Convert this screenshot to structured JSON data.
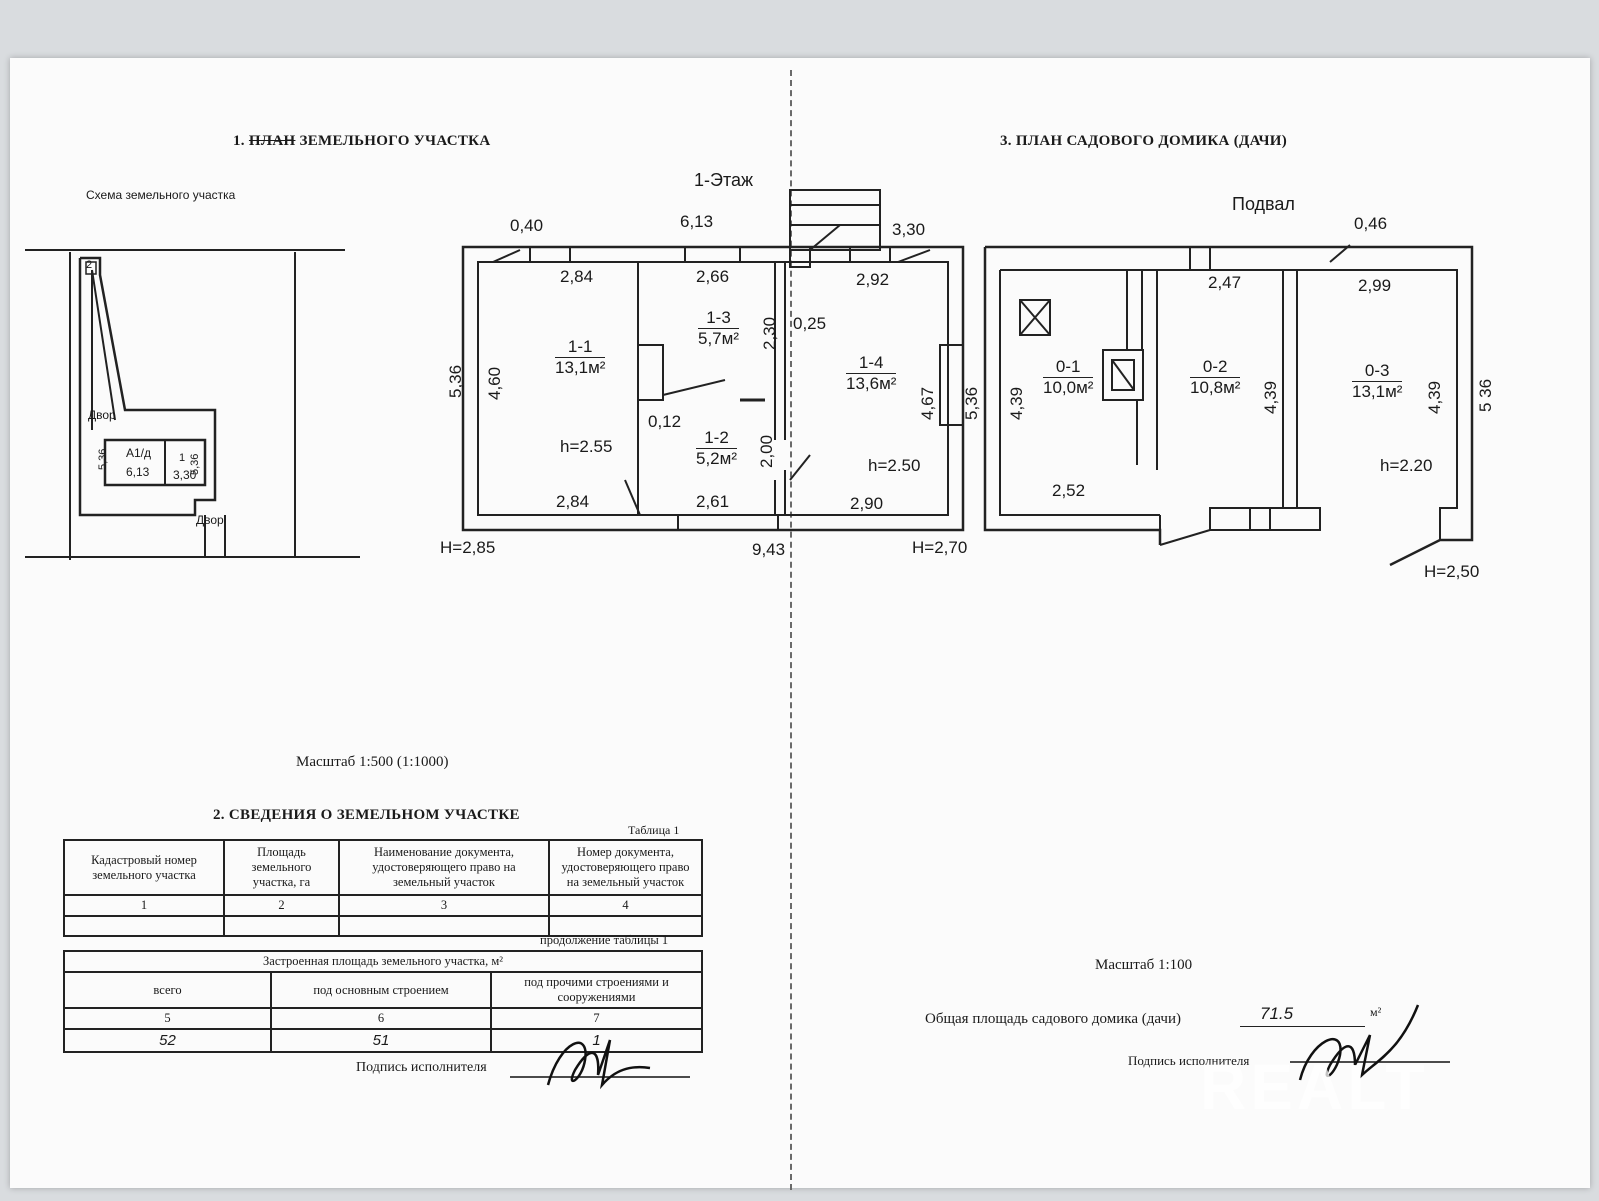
{
  "section1": {
    "number": "1.",
    "struck_word": "ПЛАН",
    "title_rest": "ЗЕМЕЛЬНОГО УЧАСТКА",
    "sub": "Схема земельного участка"
  },
  "section3": {
    "title": "3. ПЛАН САДОВОГО ДОМИКА (ДАЧИ)"
  },
  "site": {
    "yard1": "Двор",
    "yard2": "Двор",
    "num": "2",
    "lot_code": "А1/д",
    "lot_dim1": "5,36",
    "lot_dim2": "6,13",
    "lot_right1": "1",
    "lot_right2": "5,36",
    "lot_right3": "3,30"
  },
  "floor1": {
    "title": "1-Этаж",
    "dims": {
      "top_left": "0,40",
      "top_mid": "6,13",
      "top_right": "3,30",
      "r1_top": "2,84",
      "r3_top": "2,66",
      "r4_top": "2,92",
      "left_outer": "5,36",
      "left_inner": "4,60",
      "right_outer": "5,36",
      "right_inner": "4,67",
      "mid_a": "2,30",
      "mid_b": "0,25",
      "mid_c": "0,12",
      "mid_d": "2,00",
      "bot1": "2,84",
      "bot2": "2,61",
      "bot3": "2,90",
      "total": "9,43",
      "H_left": "H=2,85",
      "H_right": "H=2,70",
      "h1": "h=2.55",
      "h2": "h=2.50"
    },
    "rooms": [
      {
        "id": "1-1",
        "area": "13,1м²"
      },
      {
        "id": "1-3",
        "area": "5,7м²"
      },
      {
        "id": "1-2",
        "area": "5,2м²"
      },
      {
        "id": "1-4",
        "area": "13,6м²"
      }
    ]
  },
  "basement": {
    "title": "Подвал",
    "dims": {
      "top": "0,46",
      "d1": "2,47",
      "d2": "2,99",
      "left": "4,39",
      "mid1": "4,39",
      "mid2": "4,39",
      "right_outer": "5 36",
      "bottom": "2,52",
      "h": "h=2.20",
      "H": "H=2,50"
    },
    "rooms": [
      {
        "id": "0-1",
        "area": "10,0м²"
      },
      {
        "id": "0-2",
        "area": "10,8м²"
      },
      {
        "id": "0-3",
        "area": "13,1м²"
      }
    ]
  },
  "scale_left": "Масштаб 1:500 (1:1000)",
  "scale_right": "Масштаб 1:100",
  "section2": {
    "title": "2. СВЕДЕНИЯ О ЗЕМЕЛЬНОМ УЧАСТКЕ",
    "table_label": "Таблица 1",
    "headers": [
      "Кадастровый номер земельного участка",
      "Площадь земельного участка, га",
      "Наименование документа, удостоверяющего право на земельный участок",
      "Номер документа, удостоверяющего право на земельный участок"
    ],
    "col_nums": [
      "1",
      "2",
      "3",
      "4"
    ],
    "continuation": "продолжение таблицы 1",
    "built_header": "Застроенная площадь земельного участка, м²",
    "built_cols": [
      "всего",
      "под основным строением",
      "под прочими строениями и сооружениями"
    ],
    "built_nums": [
      "5",
      "6",
      "7"
    ],
    "built_values": [
      "52",
      "51",
      "1"
    ]
  },
  "signature_left": "Подпись исполнителя",
  "total_area_label": "Общая площадь садового домика (дачи)",
  "total_area_value": "71.5",
  "total_area_unit": "м²",
  "signature_right": "Подпись исполнителя",
  "watermark": "REALT"
}
